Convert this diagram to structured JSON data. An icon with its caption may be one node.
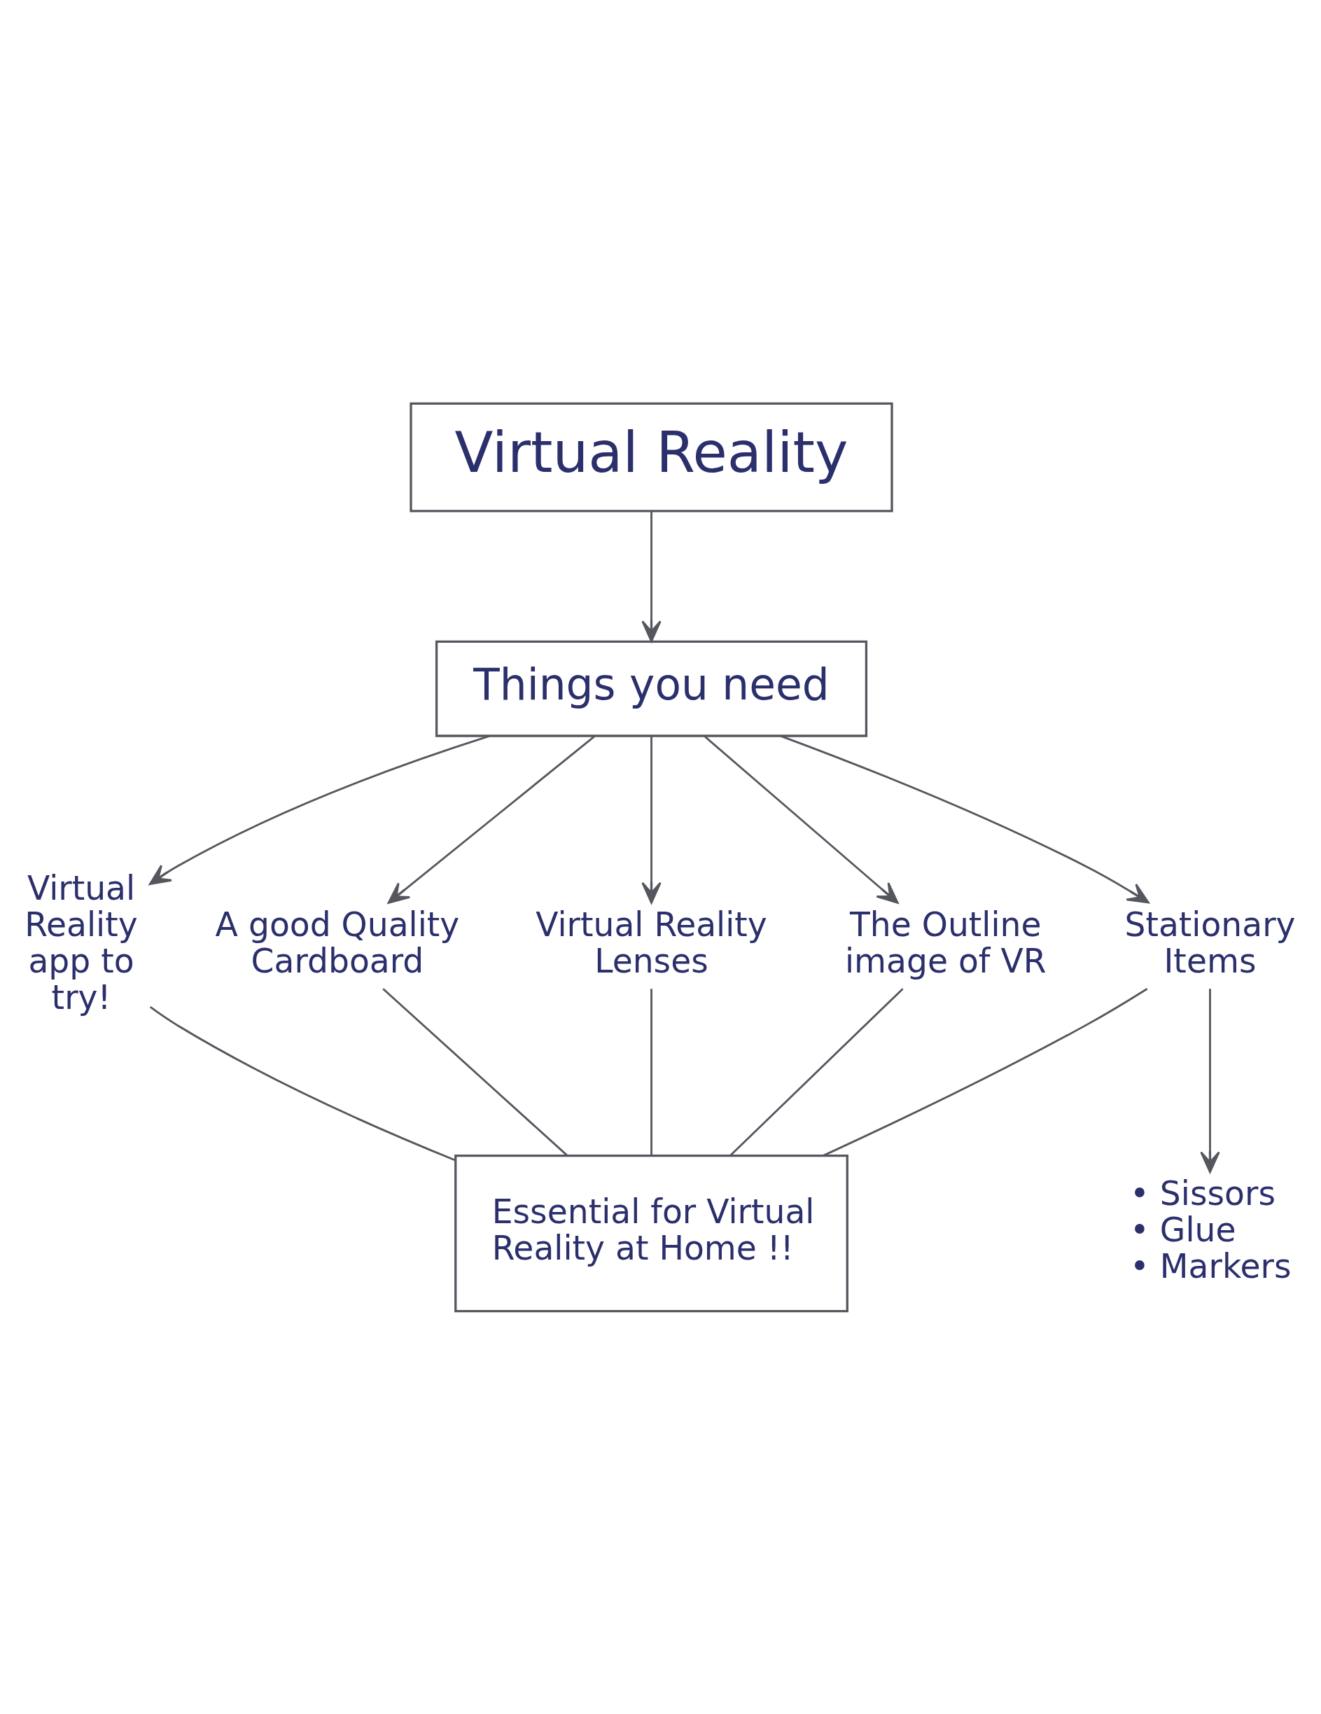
{
  "diagram": {
    "nodes": [
      {
        "text": [
          "Virtual Reality"
        ]
      },
      {
        "text": [
          "Things you need"
        ]
      },
      {
        "text": [
          "Virtual Reality app to try!"
        ]
      },
      {
        "text": [
          "A good Quality Cardboard"
        ]
      },
      {
        "text": [
          "Virtual Reality Lenses"
        ]
      },
      {
        "text": [
          "The Outline image of VR"
        ]
      },
      {
        "text": [
          "Stationary Items"
        ]
      },
      {
        "text": [
          "• Sissors",
          "• Glue",
          "• Markers"
        ]
      },
      {
        "text": [
          "Essential for Virtual Reality at Home !!"
        ]
      }
    ],
    "edges": [
      {
        "from": 0,
        "to": 1,
        "arrow": "to"
      },
      {
        "from": 1,
        "to": 2,
        "arrow": "to"
      },
      {
        "from": 1,
        "to": 3,
        "arrow": "to"
      },
      {
        "from": 1,
        "to": 4,
        "arrow": "to"
      },
      {
        "from": 1,
        "to": 5,
        "arrow": "to"
      },
      {
        "from": 1,
        "to": 6,
        "arrow": "to"
      },
      {
        "from": 6,
        "to": 7,
        "arrow": "to"
      },
      {
        "from": 2,
        "to": 8,
        "arrow": "none"
      },
      {
        "from": 3,
        "to": 8,
        "arrow": "none"
      },
      {
        "from": 4,
        "to": 8,
        "arrow": "none"
      },
      {
        "from": 5,
        "to": 8,
        "arrow": "none"
      },
      {
        "from": 6,
        "to": 8,
        "arrow": "none"
      }
    ]
  }
}
